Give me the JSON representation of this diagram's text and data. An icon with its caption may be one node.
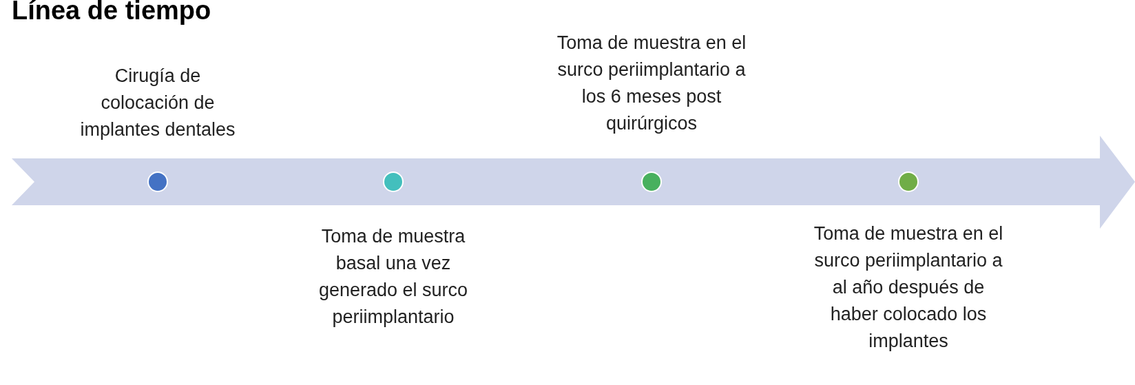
{
  "diagram": {
    "title": "Línea de tiempo",
    "nodes": [
      {
        "text": [],
        "shape": "circle",
        "beside": [
          "Cirugía de colocación de implantes dentales"
        ]
      },
      {
        "text": [],
        "shape": "circle",
        "beside": [
          "Toma de muestra basal una vez generado el surco periimplantario"
        ]
      },
      {
        "text": [],
        "shape": "circle",
        "beside": [
          "Toma de muestra en el surco periimplantario a los 6 meses post quirúrgicos"
        ]
      },
      {
        "text": [],
        "shape": "circle",
        "beside": [
          "Toma de muestra en el surco periimplantario a al año después de haber colocado los implantes"
        ]
      }
    ]
  }
}
